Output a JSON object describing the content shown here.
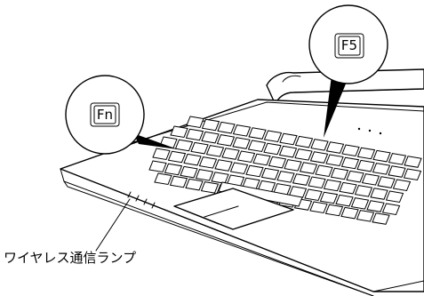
{
  "callouts": {
    "fn_key": "Fn",
    "f5_key": "F5"
  },
  "labels": {
    "wireless_lamp": "ワイヤレス通信ランプ"
  }
}
